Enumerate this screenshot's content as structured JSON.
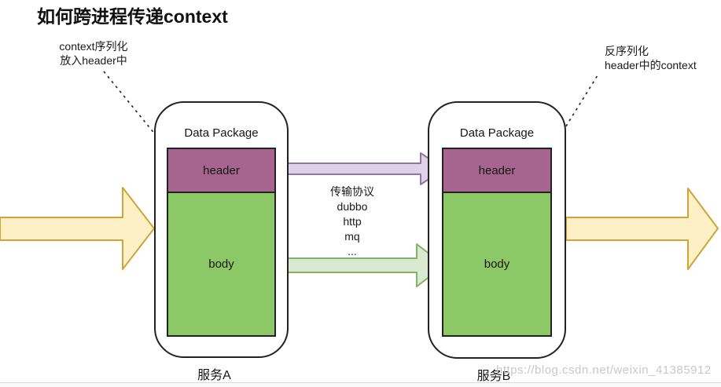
{
  "title": "如何跨进程传递context",
  "annotations": {
    "left": [
      "context序列化",
      "放入header中"
    ],
    "right": [
      "反序列化",
      "header中的context"
    ]
  },
  "packages": {
    "left": {
      "label": "Data Package",
      "header": "header",
      "body": "body",
      "caption": "服务A"
    },
    "right": {
      "label": "Data Package",
      "header": "header",
      "body": "body",
      "caption": "服务B"
    }
  },
  "protocol": {
    "lines": [
      "传输协议",
      "dubbo",
      "http",
      "mq",
      "..."
    ]
  },
  "watermark": "https://blog.csdn.net/weixin_41385912",
  "colors": {
    "header_fill": "#a5658f",
    "body_fill": "#8cc865",
    "arrow_yellow_fill": "#fdf0c6",
    "arrow_yellow_stroke": "#d0a437",
    "arrow_purple_fill": "#ded2e9",
    "arrow_purple_stroke": "#9673a6",
    "arrow_green_fill": "#d9e9d1",
    "arrow_green_stroke": "#82b366",
    "outline": "#222222",
    "watermark_color": "#c9c9c9",
    "divider": "#d8dbde"
  }
}
